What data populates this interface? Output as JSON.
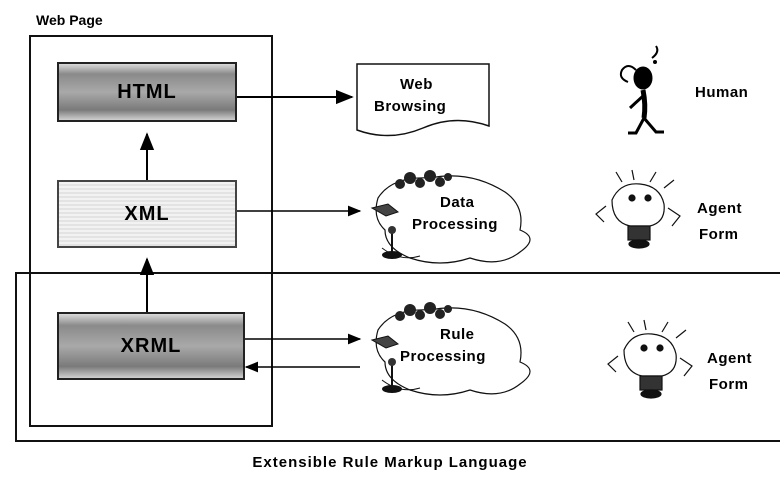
{
  "web_page": {
    "title": "Web Page"
  },
  "boxes": {
    "html": "HTML",
    "xml": "XML",
    "xrml": "XRML"
  },
  "processes": {
    "web_browsing": {
      "line1": "Web",
      "line2": "Browsing"
    },
    "data_processing": {
      "line1": "Data",
      "line2": "Processing"
    },
    "rule_processing": {
      "line1": "Rule",
      "line2": "Processing"
    }
  },
  "actors": {
    "human": {
      "label": "Human",
      "icon": "human-figure-icon"
    },
    "agent_1": {
      "line1": "Agent",
      "line2": "Form",
      "icon": "robot-agent-icon"
    },
    "agent_2": {
      "line1": "Agent",
      "line2": "Form",
      "icon": "robot-agent-icon"
    }
  },
  "caption": "Extensible Rule Markup Language"
}
